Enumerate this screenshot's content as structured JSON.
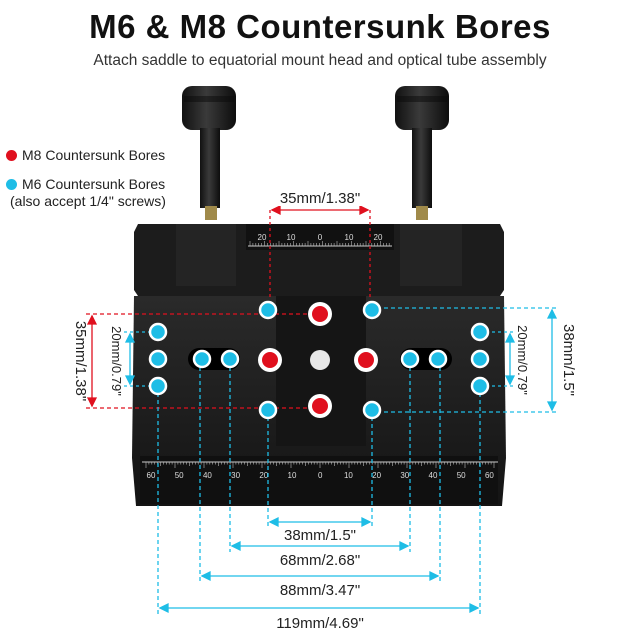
{
  "header": {
    "title": "M6 & M8 Countersunk Bores",
    "subtitle": "Attach saddle to equatorial mount head and optical tube assembly"
  },
  "legend": {
    "m8_label": "M8 Countersunk Bores",
    "m6_label": "M6 Countersunk Bores",
    "m6_note": "(also accept 1/4\" screws)"
  },
  "colors": {
    "m8": "#e0101e",
    "m6": "#1ebde6",
    "body": "#1a1a1a"
  },
  "dimensions": {
    "top": "35mm/1.38\"",
    "left_outer": "35mm/1.38\"",
    "left_inner": "20mm/0.79\"",
    "right_outer": "38mm/1.5\"",
    "right_inner": "20mm/0.79\"",
    "bottom_1": "38mm/1.5\"",
    "bottom_2": "68mm/2.68\"",
    "bottom_3": "88mm/3.47\"",
    "bottom_4": "119mm/4.69\""
  },
  "scales": {
    "top": [
      "20",
      "10",
      "0",
      "10",
      "20"
    ],
    "bottom": [
      "60",
      "50",
      "40",
      "30",
      "20",
      "10",
      "0",
      "10",
      "20",
      "30",
      "40",
      "50",
      "60"
    ]
  }
}
